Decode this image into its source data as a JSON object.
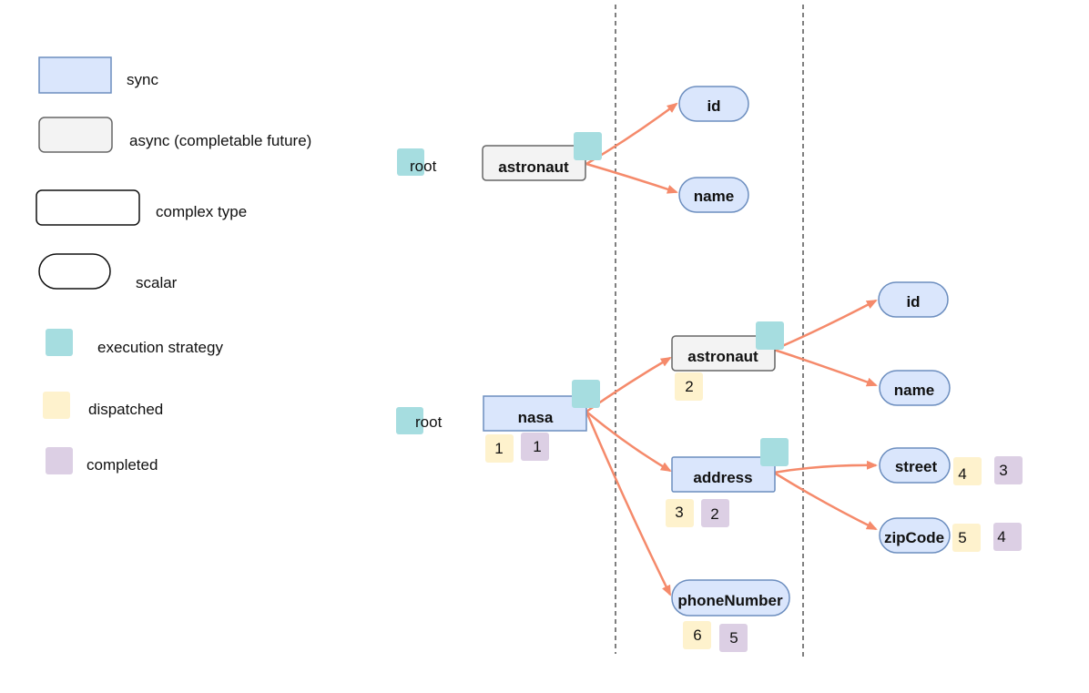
{
  "legend": {
    "sync": "sync",
    "async": "async (completable future)",
    "complex": "complex type",
    "scalar": "scalar",
    "strategy": "execution strategy",
    "dispatched": "dispatched",
    "completed": "completed"
  },
  "top": {
    "root": "root",
    "astronaut": "astronaut",
    "id": "id",
    "name": "name"
  },
  "bottom": {
    "root": "root",
    "nasa": "nasa",
    "nasa_dispatched": "1",
    "nasa_completed": "1",
    "astronaut": "astronaut",
    "astronaut_dispatched": "2",
    "id": "id",
    "name": "name",
    "address": "address",
    "address_dispatched": "3",
    "address_completed": "2",
    "street": "street",
    "street_dispatched": "4",
    "street_completed": "3",
    "zipCode": "zipCode",
    "zipCode_dispatched": "5",
    "zipCode_completed": "4",
    "phoneNumber": "phoneNumber",
    "phoneNumber_dispatched": "6",
    "phoneNumber_completed": "5"
  },
  "colors": {
    "sync_fill": "#dae6fc",
    "async_fill": "#f3f3f3",
    "strategy": "#a6dde0",
    "dispatched": "#fef2cd",
    "completed": "#dccfe4",
    "edge": "#f58a6b"
  }
}
